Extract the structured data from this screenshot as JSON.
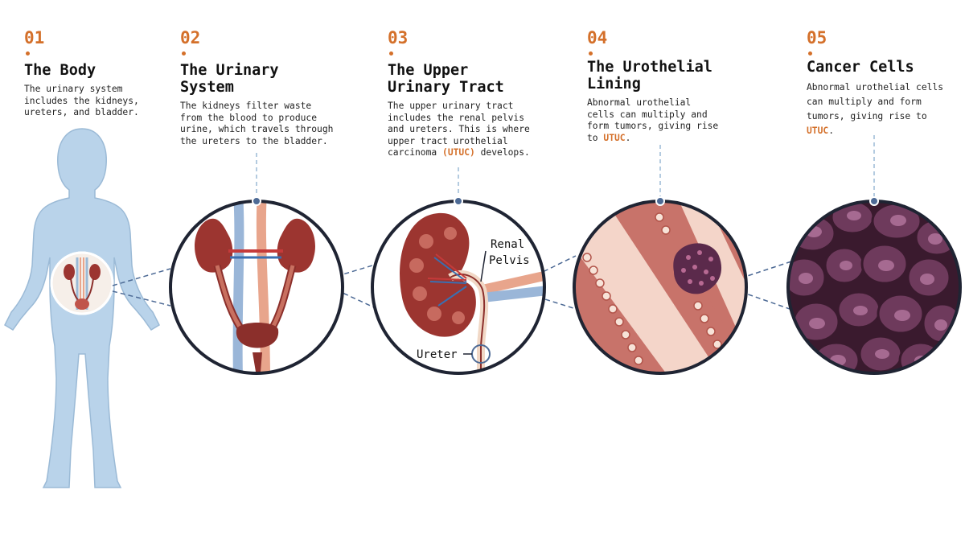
{
  "steps": [
    {
      "num": "01",
      "title_lines": [
        "The Body"
      ],
      "desc_lines": [
        "The urinary system",
        "includes the kidneys,",
        "ureters, and bladder."
      ]
    },
    {
      "num": "02",
      "title_lines": [
        "The Urinary",
        "System"
      ],
      "desc_lines": [
        "The kidneys filter waste",
        "from the blood to produce",
        "urine, which travels through",
        "the ureters to the bladder."
      ]
    },
    {
      "num": "03",
      "title_lines": [
        "The Upper",
        "Urinary Tract"
      ],
      "desc_lines": [
        "The upper urinary tract",
        "includes the renal pelvis",
        "and ureters. This is where",
        "upper tract urothelial"
      ],
      "desc_last_pre": "carcinoma ",
      "desc_last_hl": "(UTUC)",
      "desc_last_post": " develops."
    },
    {
      "num": "04",
      "title_lines": [
        "The Urothelial",
        "Lining"
      ],
      "desc_lines": [
        "Abnormal urothelial",
        "cells can multiply and",
        "form tumors, giving rise"
      ],
      "desc_last_pre": "to ",
      "desc_last_hl": "UTUC",
      "desc_last_post": "."
    },
    {
      "num": "05",
      "title_lines": [
        "Cancer Cells"
      ],
      "desc_lines": [
        "Abnormal urothelial cells",
        "can multiply and form",
        "tumors, giving rise to"
      ],
      "desc_last_pre": "",
      "desc_last_hl": "UTUC",
      "desc_last_post": "."
    }
  ],
  "labels": {
    "renal_pelvis_1": "Renal",
    "renal_pelvis_2": "Pelvis",
    "ureter": "Ureter"
  },
  "colors": {
    "accent": "#d4702a",
    "body": "#b9d3ea",
    "kidney": "#9c3530",
    "vein": "#9ab6d8",
    "artery": "#e8a58c",
    "cancer": "#5b2a4b",
    "ring": "#1f2433",
    "leader": "#4d6a95"
  }
}
